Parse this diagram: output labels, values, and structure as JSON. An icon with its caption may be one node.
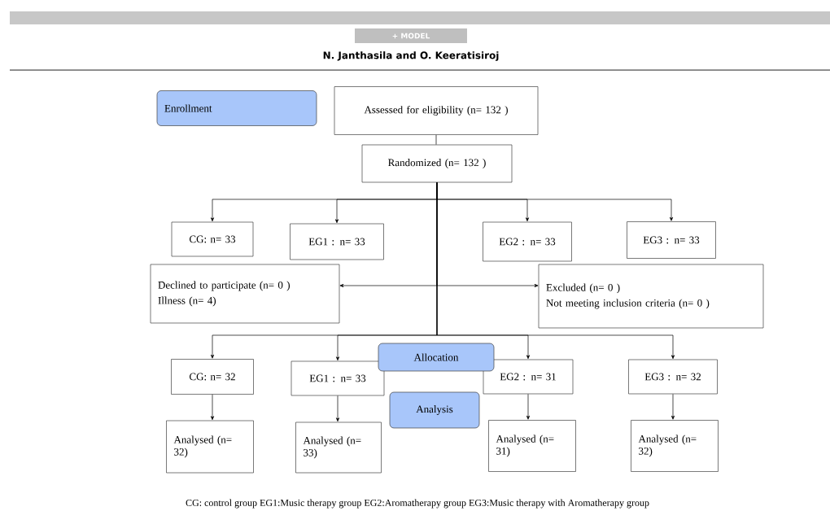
{
  "diagram": {
    "caption": "CG:  control group  EG1:Music therapy group EG2:Aromatherapy group EG3:Music therapy with Aromatherapy   group",
    "nodes": [
      {
        "text": [
          "Enrollment"
        ]
      },
      {
        "text": [
          "Assessed for eligibility (n= 132 )"
        ]
      },
      {
        "text": [
          "Randomized (n= 132 )"
        ]
      },
      {
        "text": [
          "CG: n= 33"
        ]
      },
      {
        "text": [
          "EG1 : n= 33"
        ]
      },
      {
        "text": [
          "EG2 : n= 33"
        ]
      },
      {
        "text": [
          "EG3 : n= 33"
        ]
      },
      {
        "text": [
          "Declined to participate (n= 0 )",
          "Illness (n= 4)"
        ]
      },
      {
        "text": [
          "Excluded  (n= 0  )",
          "Not meeting inclusion criteria (n= 0 )"
        ]
      },
      {
        "text": [
          "Allocation"
        ]
      },
      {
        "text": [
          "CG: n= 32"
        ]
      },
      {
        "text": [
          "EG1 : n= 33"
        ]
      },
      {
        "text": [
          "EG2 : n= 31"
        ]
      },
      {
        "text": [
          "EG3 : n= 32"
        ]
      },
      {
        "text": [
          "Analysis"
        ]
      },
      {
        "text": [
          "Analysed (n= 32)"
        ]
      },
      {
        "text": [
          "Analysed (n= 33)"
        ]
      },
      {
        "text": [
          "Analysed (n= 31)"
        ]
      },
      {
        "text": [
          "Analysed (n= 32)"
        ]
      }
    ],
    "edges": [
      {
        "from": 1,
        "to": 2,
        "arrow": "none"
      },
      {
        "from": 2,
        "to": 3,
        "arrow": "to"
      },
      {
        "from": 2,
        "to": 4,
        "arrow": "to"
      },
      {
        "from": 2,
        "to": 5,
        "arrow": "to"
      },
      {
        "from": 2,
        "to": 6,
        "arrow": "to"
      },
      {
        "from": 2,
        "to": 7,
        "arrow": "to"
      },
      {
        "from": 2,
        "to": 8,
        "arrow": "to"
      },
      {
        "from": 2,
        "to": 10,
        "arrow": "to"
      },
      {
        "from": 2,
        "to": 11,
        "arrow": "to"
      },
      {
        "from": 2,
        "to": 12,
        "arrow": "to"
      },
      {
        "from": 2,
        "to": 13,
        "arrow": "to"
      },
      {
        "from": 10,
        "to": 15,
        "arrow": "to"
      },
      {
        "from": 11,
        "to": 16,
        "arrow": "to"
      },
      {
        "from": 12,
        "to": 17,
        "arrow": "to"
      },
      {
        "from": 13,
        "to": 18,
        "arrow": "to"
      }
    ],
    "labels": [
      "+ MODEL",
      "N. Janthasila and O. Keeratisiroj"
    ]
  }
}
